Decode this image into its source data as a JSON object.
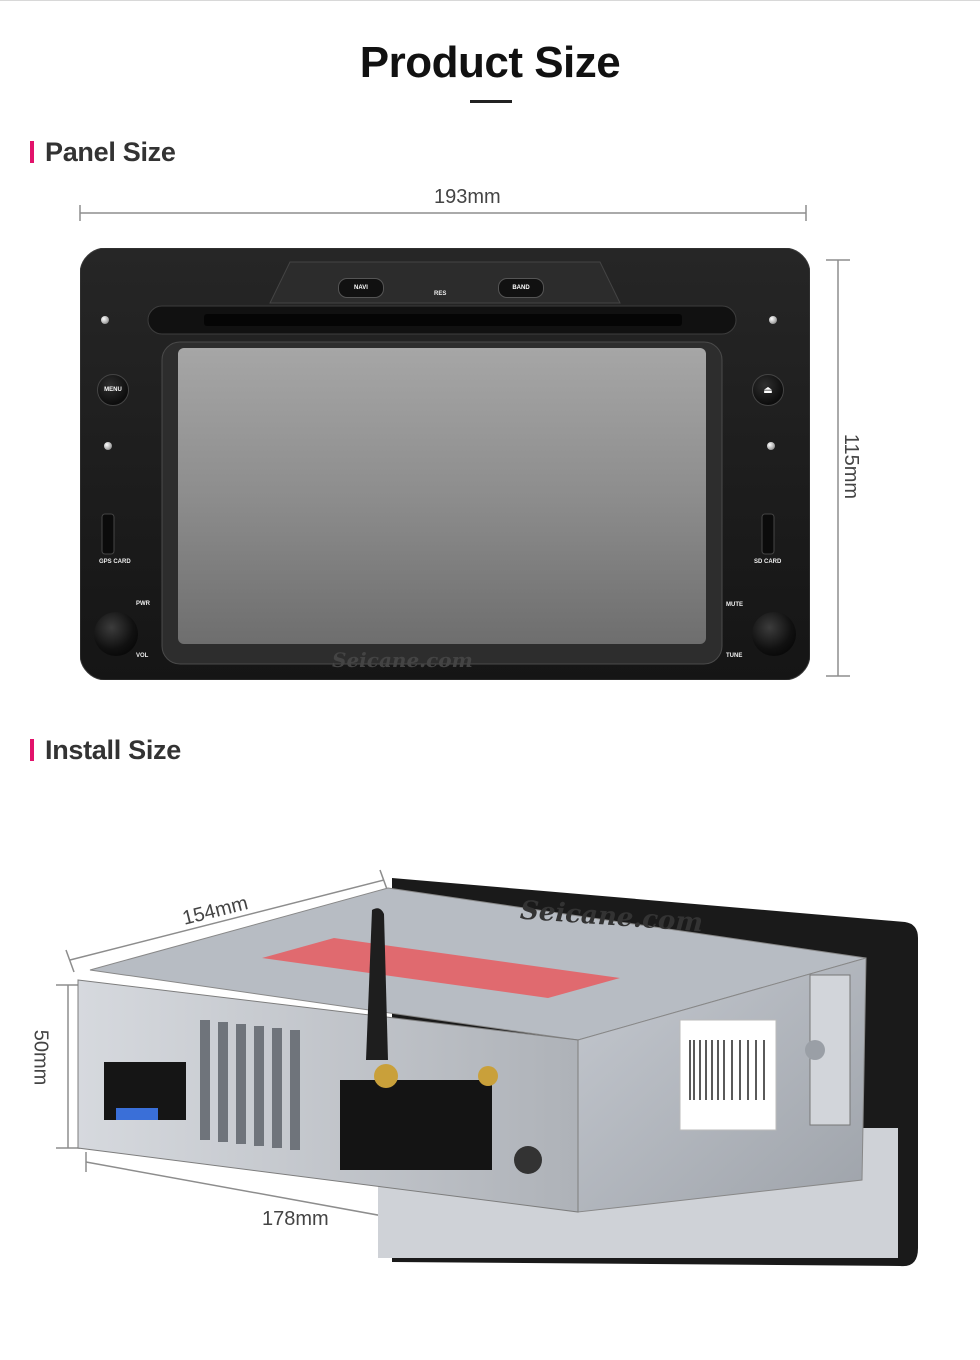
{
  "header": {
    "title": "Product Size"
  },
  "sections": {
    "panel": {
      "title": "Panel Size",
      "width_label": "193mm",
      "height_label": "115mm"
    },
    "install": {
      "title": "Install Size",
      "depth_label": "154mm",
      "height_label": "50mm",
      "width_label": "178mm"
    }
  },
  "device": {
    "brand": "Seicane.com",
    "buttons": {
      "navi": "NAVI",
      "band": "BAND",
      "menu": "MENU",
      "res": "RES"
    },
    "labels": {
      "gps_card": "GPS CARD",
      "sd_card": "SD CARD",
      "pwr": "PWR",
      "vol": "VOL",
      "mute": "MUTE",
      "tune": "TUNE"
    }
  },
  "colors": {
    "accent": "#e2126b",
    "panel": "#1c1c1c",
    "screen": "#8a8a8a"
  }
}
